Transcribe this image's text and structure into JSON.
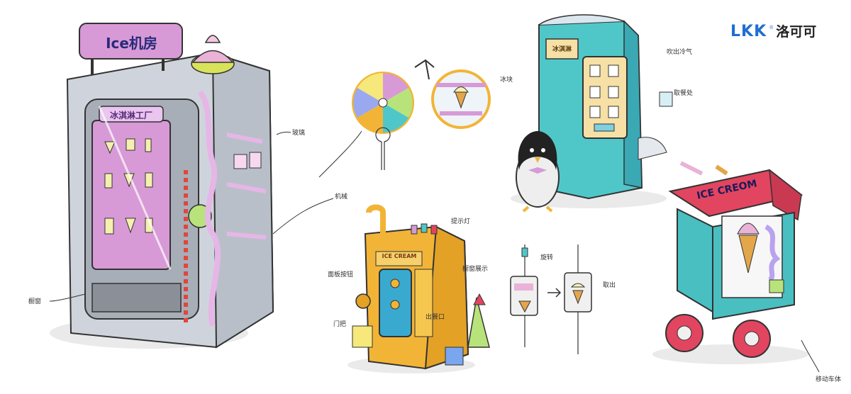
{
  "brand": {
    "mark": "LKK",
    "registered": "®",
    "chinese_name": "洛可可",
    "color": "#1e6fd0"
  },
  "machine_main": {
    "sign_text": "Ice机房",
    "banner_text": "冰淇淋工厂",
    "color_body": "#cfd4dc",
    "color_panel": "#d79ad6",
    "color_sign": "#d79ad6",
    "notes": [
      "玻璃",
      "机械",
      "橱窗"
    ]
  },
  "machine_yellow": {
    "sign_text": "ICE CREAM",
    "color_body": "#f2b437",
    "color_window": "#3aa9cf",
    "notes": [
      "橱窗展示",
      "提示灯",
      "面板按钮",
      "出餐口",
      "门把"
    ]
  },
  "machine_teal": {
    "sign_text": "冰淇淋",
    "color_body": "#4fc7c9",
    "notes": [
      "吹出冷气",
      "冰块",
      "取餐处"
    ]
  },
  "cart": {
    "sign_text": "ICE CREOM",
    "color_roof": "#e2455f",
    "color_body": "#49bfc2",
    "notes": [
      "移动车体"
    ]
  },
  "detail_notes": [
    "旋转",
    "取出"
  ],
  "icons": [
    "lollipop-icon",
    "ice-cream-icon",
    "penguin-icon",
    "arrow-icon"
  ]
}
